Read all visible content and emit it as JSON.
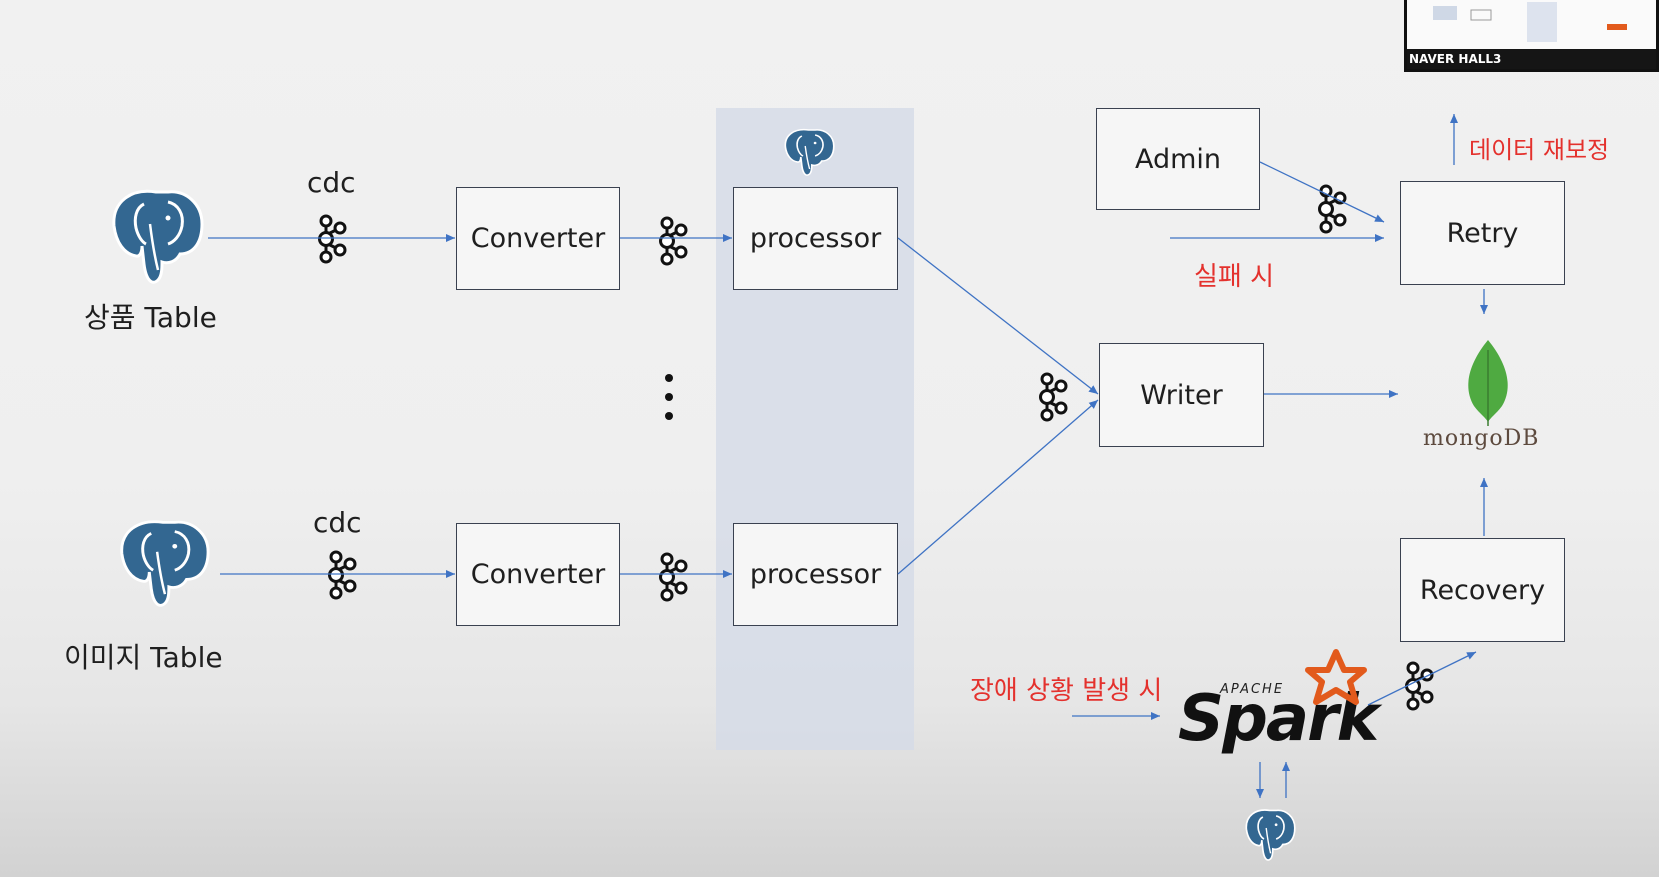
{
  "sources": [
    {
      "caption": "상품 Table",
      "edge_label": "cdc"
    },
    {
      "caption": "이미지 Table",
      "edge_label": "cdc"
    }
  ],
  "boxes": {
    "converter_top": "Converter",
    "converter_bottom": "Converter",
    "processor_top": "processor",
    "processor_bottom": "processor",
    "admin": "Admin",
    "retry": "Retry",
    "writer": "Writer",
    "recovery": "Recovery"
  },
  "annotations": {
    "on_failure": "실패 시",
    "data_recorrection": "데이터 재보정",
    "on_outage": "장애 상황 발생 시"
  },
  "logos": {
    "mongodb": "mongoDB",
    "spark_apache": "APACHE",
    "spark": "Spark"
  },
  "thumbnail": {
    "caption": "NAVER HALL3"
  },
  "colors": {
    "arrow": "#3f73c4",
    "annotation_red": "#e4312d",
    "postgres_blue": "#336791",
    "kafka_black": "#111111",
    "mongo_green": "#4faa41",
    "spark_orange": "#e25a1c"
  },
  "icons": [
    "postgresql-elephant-icon",
    "kafka-icon",
    "mongodb-leaf-icon",
    "apache-spark-star-icon"
  ]
}
